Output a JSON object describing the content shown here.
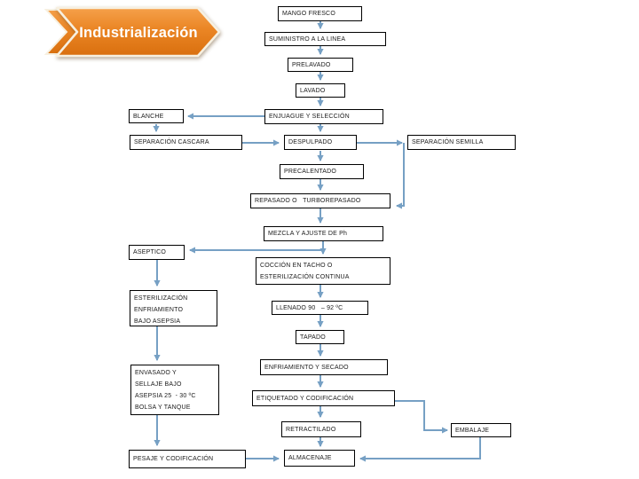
{
  "banner": {
    "title": "Industrialización"
  },
  "colors": {
    "connector": "#76A0C4",
    "box_border": "#000000",
    "box_fill": "#FFFFFF",
    "text": "#1a1a1a",
    "banner_top": "#F5A04A",
    "banner_mid": "#EA8524",
    "banner_bottom": "#D96F0E",
    "banner_border": "#F7F0E0",
    "banner_text": "#FFFFFF"
  },
  "flowchart": {
    "nodes": {
      "mango_fresco": {
        "label": "MANGO FRESCO"
      },
      "suministro": {
        "label": "SUMINISTRO A LA LINEA"
      },
      "prelavado": {
        "label": "PRELAVADO"
      },
      "lavado": {
        "label": "LAVADO"
      },
      "enjuague": {
        "label": "ENJUAGUE Y SELECCIÓN"
      },
      "blanche": {
        "label": "BLANCHE"
      },
      "sep_cascara": {
        "label": "SEPARACIÓN CASCARA"
      },
      "despulpado": {
        "label": "DESPULPADO"
      },
      "sep_semilla": {
        "label": "SEPARACIÓN SEMILLA"
      },
      "precalentado": {
        "label": "PRECALENTADO"
      },
      "repasado": {
        "label": "REPASADO O   TURBOREPASADO"
      },
      "mezcla": {
        "label": "MEZCLA Y AJUSTE  DE Ph"
      },
      "aseptico": {
        "label": "ASEPTICO"
      },
      "coccion": {
        "label": [
          "COCCIÓN EN TACHO O",
          "ESTERILIZACIÓN CONTINUA"
        ]
      },
      "esterilizacion": {
        "label": [
          "ESTERILIZACIÓN",
          "ENFRIAMIENTO",
          "BAJO ASEPSIA"
        ]
      },
      "llenado": {
        "label": "LLENADO 90   – 92 ºC"
      },
      "tapado": {
        "label": "TAPADO"
      },
      "enfriamiento": {
        "label": "ENFRIAMIENTO Y SECADO"
      },
      "envasado": {
        "label": [
          "ENVASADO Y",
          "SELLAJE  BAJO",
          "ASEPSIA 25  - 30 ºC",
          "BOLSA Y TANQUE"
        ]
      },
      "etiquetado": {
        "label": "ETIQUETADO Y CODIFICACIÓN"
      },
      "retractilado": {
        "label": "RETRACTILADO"
      },
      "embalaje": {
        "label": "EMBALAJE"
      },
      "pesaje": {
        "label": "PESAJE Y CODIFICACIÓN"
      },
      "almacenaje": {
        "label": "ALMACENAJE"
      }
    }
  }
}
